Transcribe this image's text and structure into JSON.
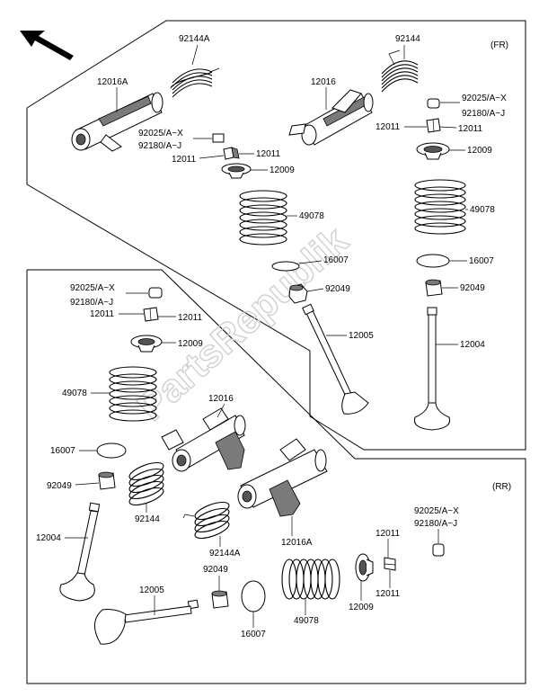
{
  "labels": {
    "front_marker": "(FR)",
    "rear_marker": "(RR)",
    "watermark": "PartsRepublik",
    "fr_rocker_left": "12016A",
    "fr_rocker_right": "12016",
    "fr_spring_left": "92144A",
    "fr_spring_right": "92144",
    "fr_nut_left_a": "92025/A~X",
    "fr_nut_left_b": "92180/A~J",
    "fr_collet_left_a": "12011",
    "fr_collet_left_b": "12011",
    "fr_retainer_left": "12009",
    "fr_valve_spring_left": "49078",
    "fr_oring_left": "16007",
    "fr_seal_left": "92049",
    "fr_valve_left": "12005",
    "fr_nut_right_a": "92025/A~X",
    "fr_nut_right_b": "92180/A~J",
    "fr_collet_right": "12011",
    "fr_retainer_right": "12009",
    "fr_valve_spring_right": "49078",
    "fr_oring_right": "16007",
    "fr_seal_right": "92049",
    "fr_valve_right": "12004",
    "rr_nut_a": "92025/A~X",
    "rr_nut_b": "92180/A~J",
    "rr_collet": "12011",
    "rr_retainer": "12009",
    "rr_valve_spring": "49078",
    "rr_oring": "16007",
    "rr_seal": "92049",
    "rr_valve": "12004",
    "rr_rocker": "12016",
    "rr_spring": "92144",
    "rr_spring_a": "92144A",
    "rr_rocker_a": "12016A",
    "rr_seal_b": "92049",
    "rr_valve_b": "12005",
    "rr_oring_b": "16007",
    "rr_valve_spring_b": "49078",
    "rr_retainer_b": "12009",
    "rr_collet_b_top": "12011",
    "rr_collet_b_bottom": "12011",
    "rr_nut_b_a": "92025/A~X",
    "rr_nut_b_b": "92180/A~J"
  }
}
